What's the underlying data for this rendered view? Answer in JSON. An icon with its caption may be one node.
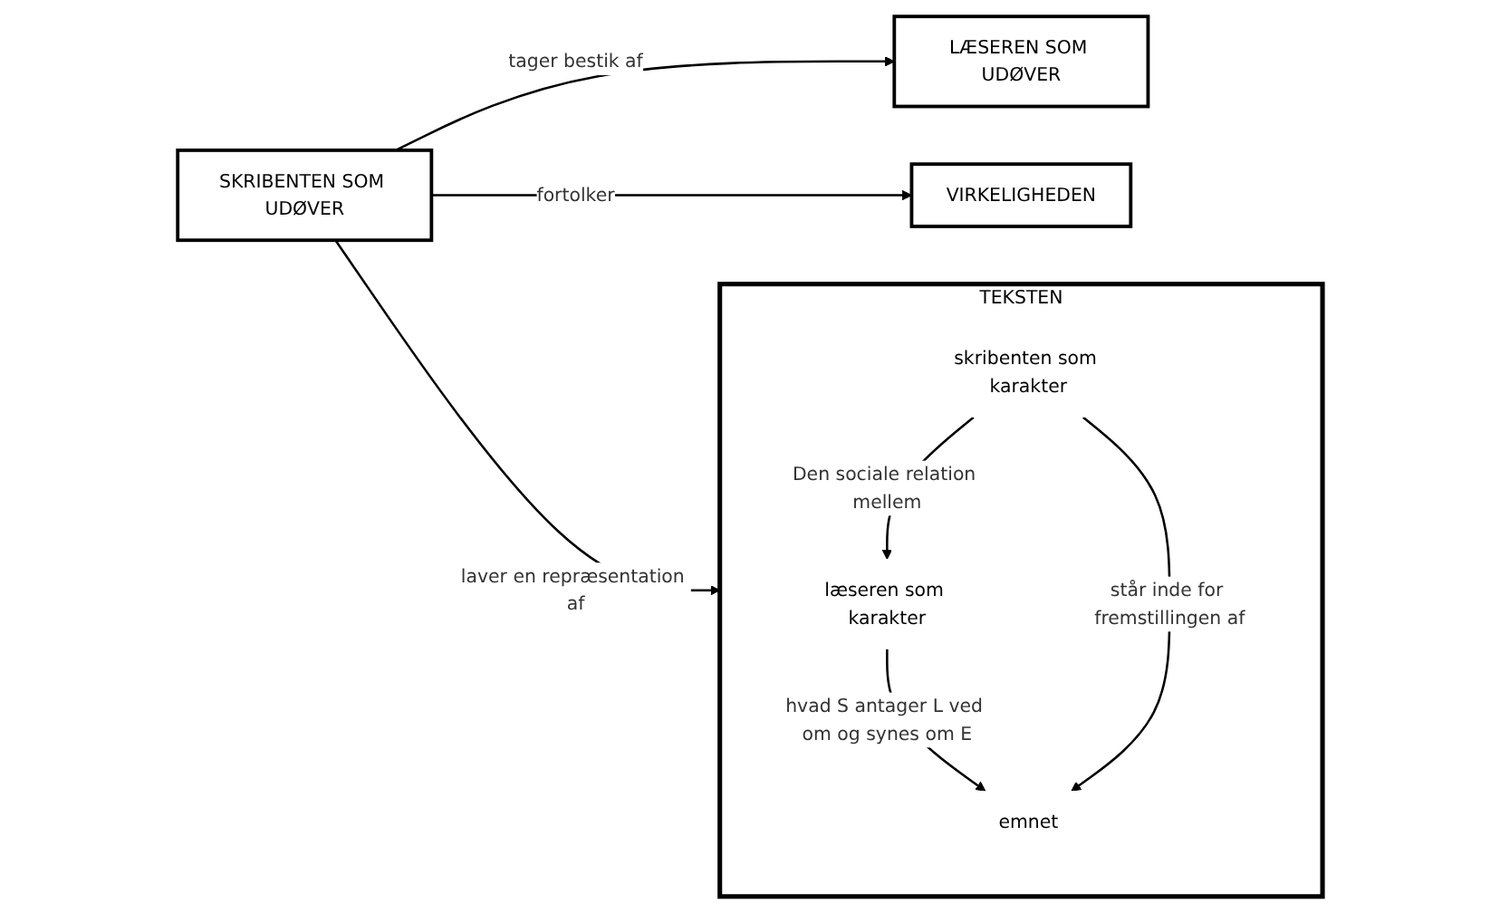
{
  "diagram": {
    "nodes": [
      {
        "text": [
          "SKRIBENTEN SOM UDØVER"
        ]
      },
      {
        "text": [
          "LÆSEREN SOM UDØVER"
        ]
      },
      {
        "text": [
          "TEKSTEN"
        ]
      },
      {
        "text": [
          "skribenten som karakter"
        ],
        "in": 2
      },
      {
        "text": [
          "læseren som karakter"
        ],
        "in": 2
      },
      {
        "text": [
          "emnet"
        ],
        "in": 2
      },
      {
        "text": [
          "VIRKELIGHEDEN"
        ]
      }
    ],
    "edges": [
      {
        "from": 0,
        "to": 1,
        "arrow": "to",
        "label": "tager bestik af"
      },
      {
        "from": 0,
        "to": 2,
        "arrow": "to",
        "label": "laver en repræsentation af"
      },
      {
        "from": 0,
        "to": 6,
        "arrow": "to",
        "label": "fortolker"
      },
      {
        "from": 3,
        "to": 4,
        "arrow": "to",
        "label": "Den sociale relation mellem"
      },
      {
        "from": 4,
        "to": 5,
        "arrow": "to",
        "label": "hvad S antager L ved om og synes om E"
      },
      {
        "from": 3,
        "to": 5,
        "arrow": "to",
        "label": "står inde for fremstillingen af"
      }
    ]
  }
}
